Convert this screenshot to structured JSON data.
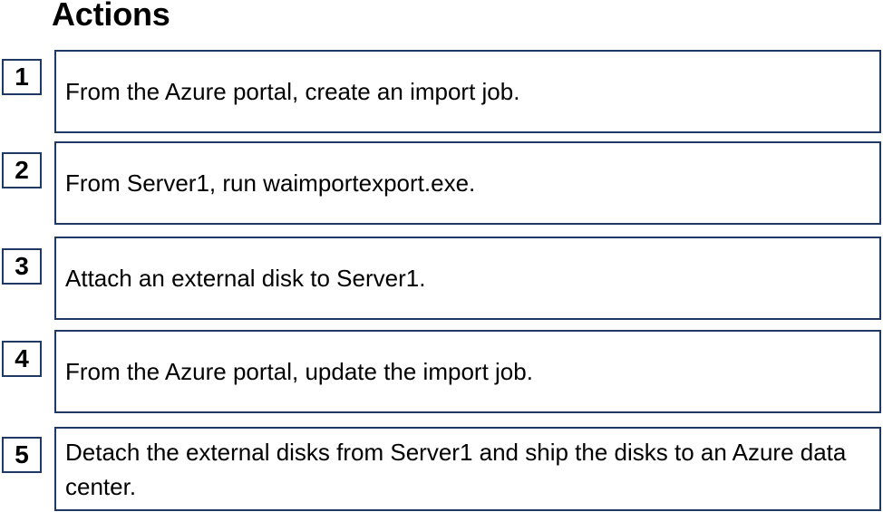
{
  "heading": "Actions",
  "actions": [
    {
      "number": "1",
      "text": "From the Azure portal, create an import job."
    },
    {
      "number": "2",
      "text": "From Server1, run waimportexport.exe."
    },
    {
      "number": "3",
      "text": "Attach an external disk to Server1."
    },
    {
      "number": "4",
      "text": "From the Azure portal, update the import job."
    },
    {
      "number": "5",
      "text": "Detach the external disks from Server1 and ship the disks to an Azure data center."
    }
  ]
}
